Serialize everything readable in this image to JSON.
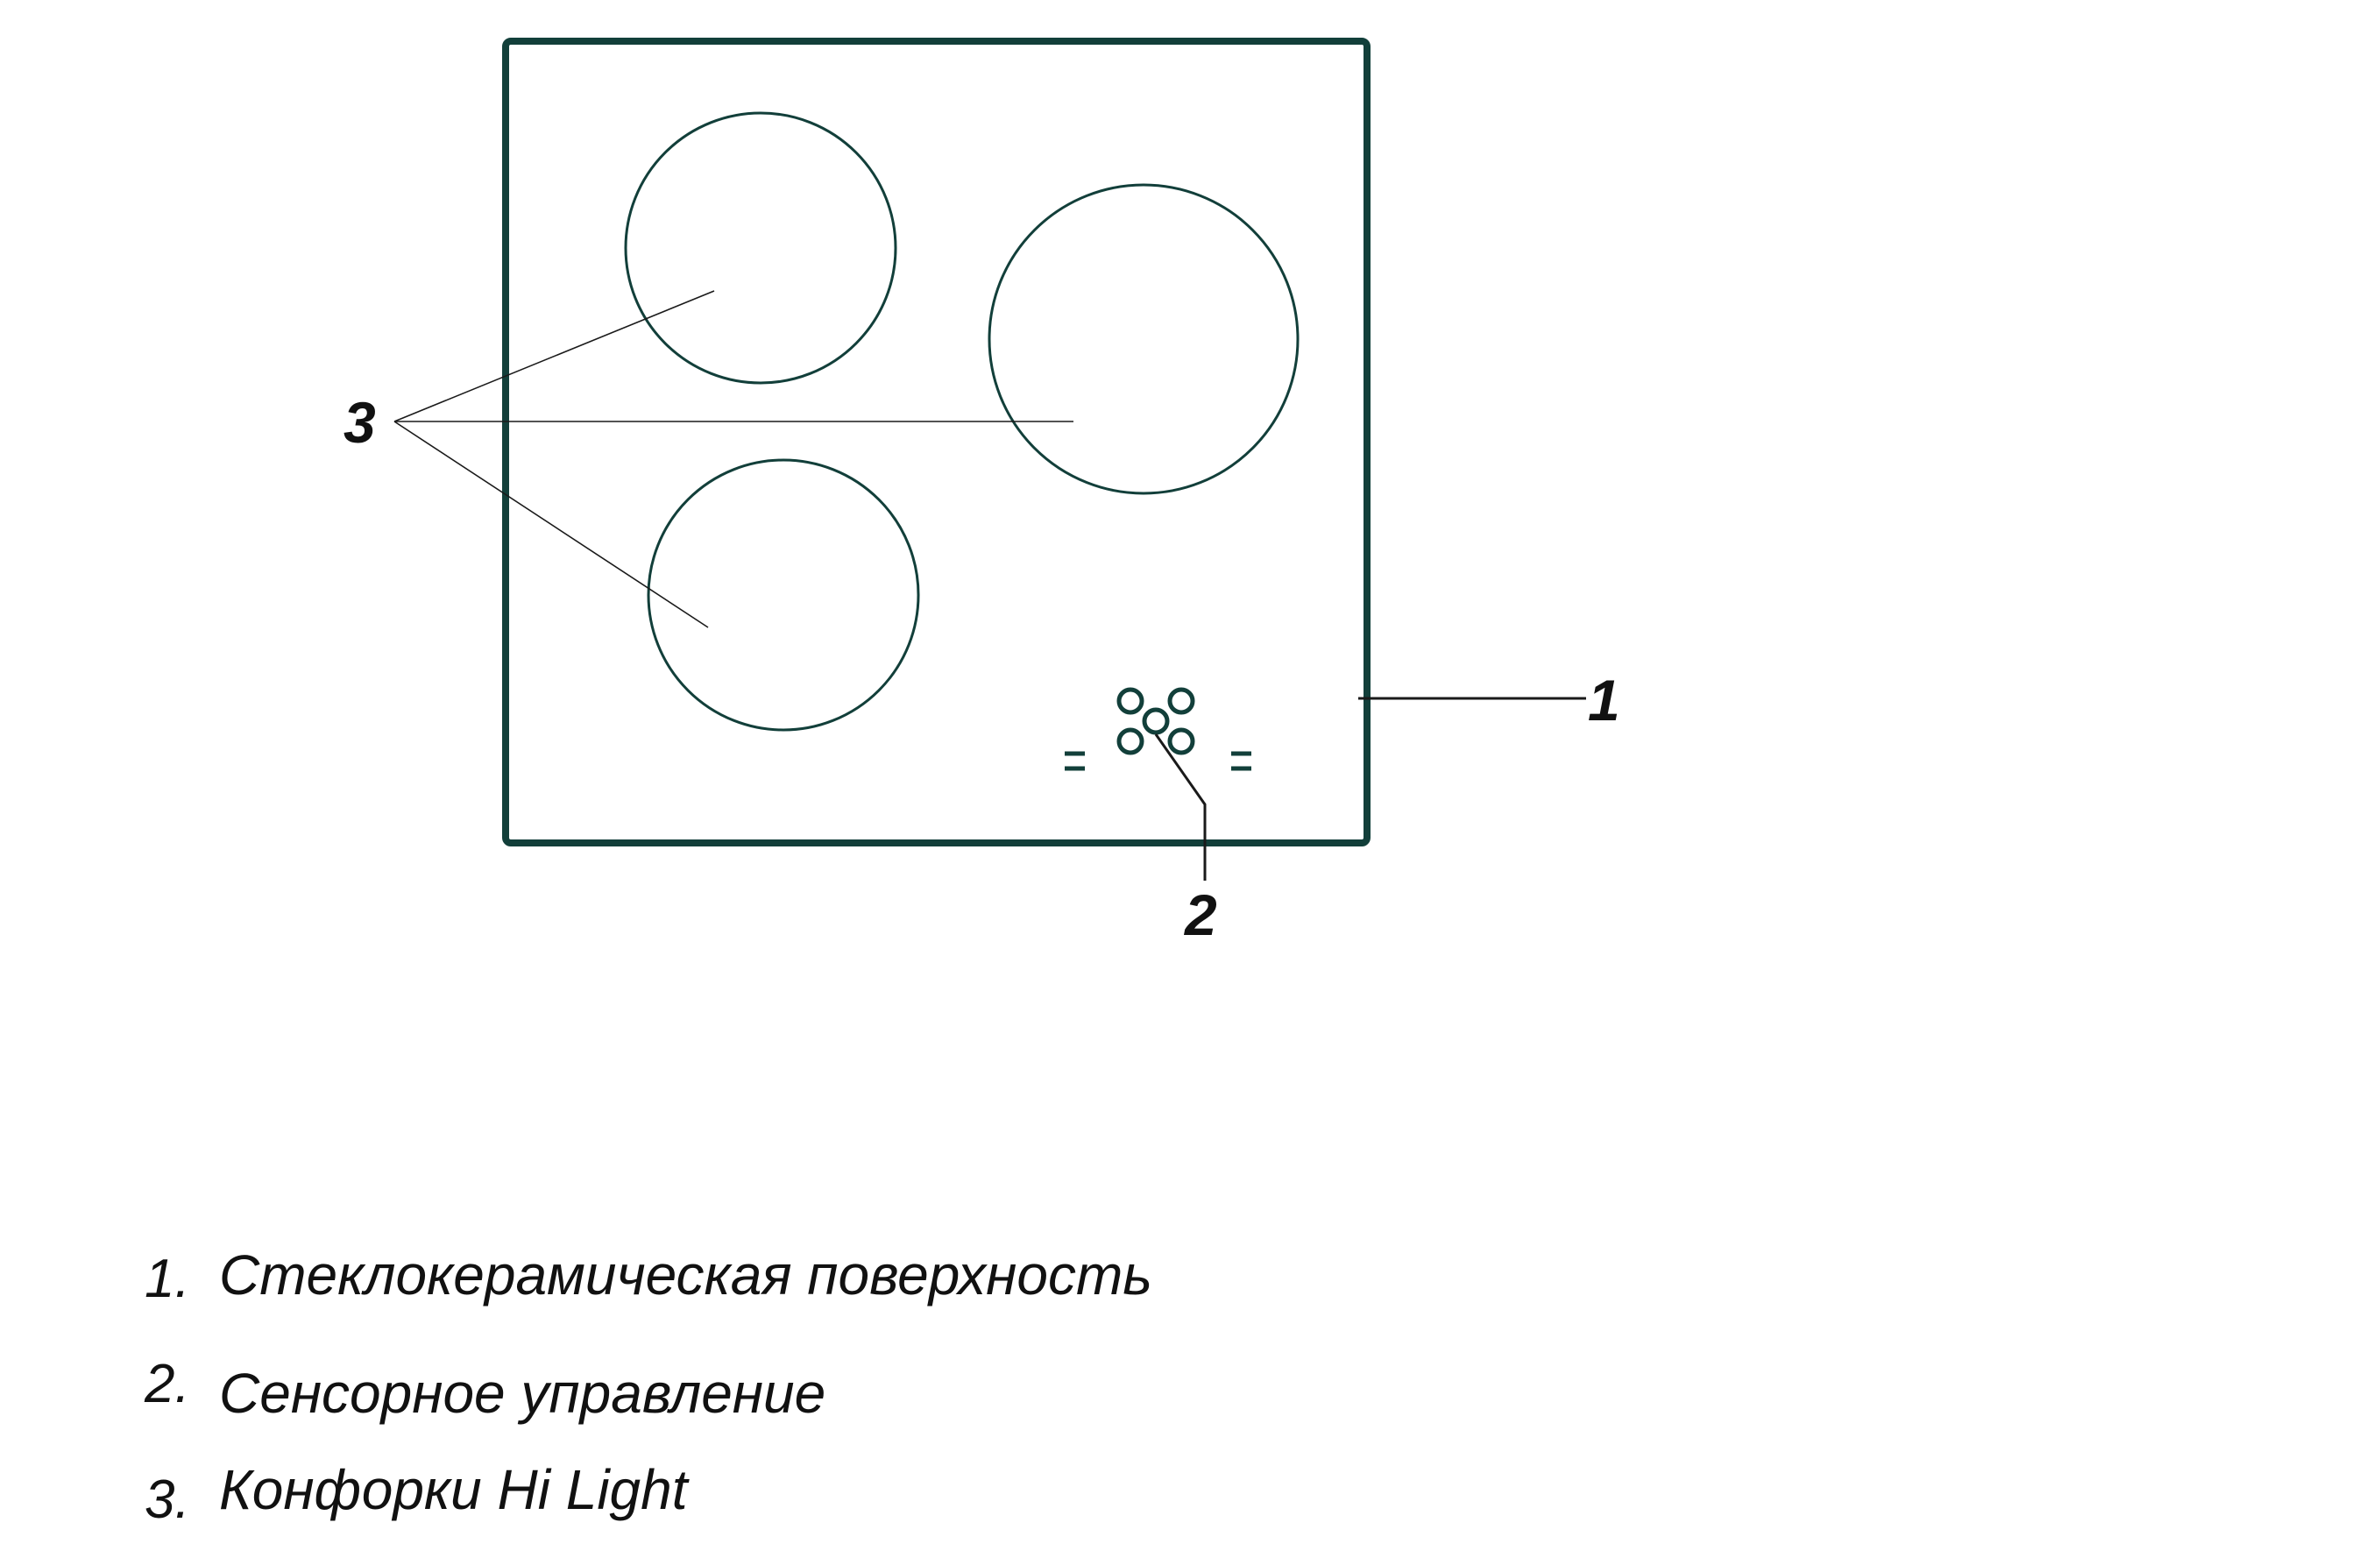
{
  "colors": {
    "outline": "#123f3a",
    "leader": "#1a1a1a",
    "text": "#111111"
  },
  "callouts": {
    "surface": "1",
    "controls": "2",
    "burners": "3"
  },
  "legend": [
    {
      "num": "1.",
      "text": "Стеклокерамическая поверхность"
    },
    {
      "num": "2.",
      "text": "Сенсорное управление"
    },
    {
      "num": "3.",
      "text": "Конфорки Hi Light"
    }
  ],
  "icons": {
    "burner": "burner-circle-icon",
    "touch_control": "touch-control-icon"
  }
}
